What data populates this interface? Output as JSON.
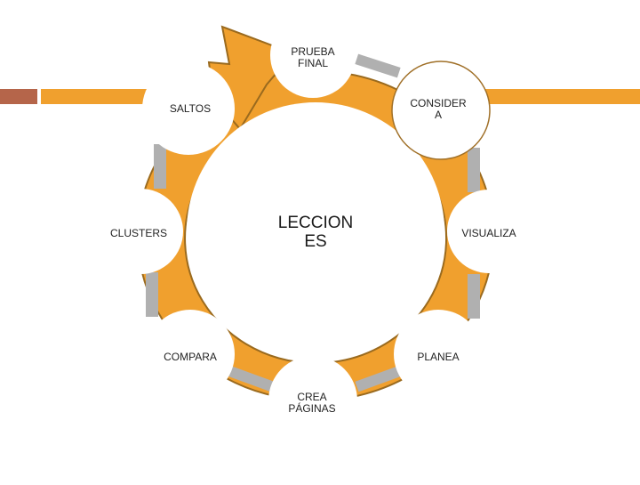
{
  "colors": {
    "ring": "#f0a02e",
    "ring_stroke": "#9a6a1e",
    "band_left": "#b5654a",
    "band_right": "#f0a02e",
    "connector": "#b0b0b0",
    "node_fill": "#ffffff",
    "node_stroke": "#a07028"
  },
  "diagram": {
    "center": "LECCION\nES",
    "nodes": [
      {
        "id": "prueba-final",
        "label": "PRUEBA\nFINAL"
      },
      {
        "id": "considera",
        "label": "CONSIDER\nA"
      },
      {
        "id": "visualiza",
        "label": "VISUALIZA"
      },
      {
        "id": "planea",
        "label": "PLANEA"
      },
      {
        "id": "crea-paginas",
        "label": "CREA\nPÁGINAS"
      },
      {
        "id": "compara",
        "label": "COMPARA"
      },
      {
        "id": "clusters",
        "label": "CLUSTERS"
      },
      {
        "id": "saltos",
        "label": "SALTOS"
      }
    ]
  }
}
